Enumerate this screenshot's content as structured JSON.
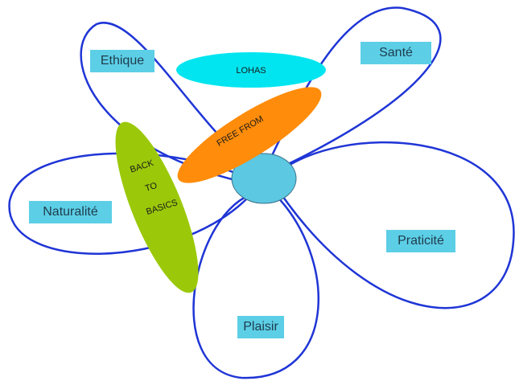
{
  "petals": [
    {
      "label": "Ethique"
    },
    {
      "label": "Santé"
    },
    {
      "label": "Naturalité"
    },
    {
      "label": "Praticité"
    },
    {
      "label": "Plaisir"
    }
  ],
  "overlays": {
    "lohas": "LOHAS",
    "free_from": "FREE FROM",
    "back_to_basics": [
      "BACK",
      "TO",
      "BASICS"
    ]
  },
  "colors": {
    "petal_stroke": "#1f35d6",
    "label_bg": "#5ccfe6",
    "lohas": "#00e5f0",
    "free_from": "#ff8c0a",
    "back_to_basics": "#9bc90a",
    "center": "#5cc8e2"
  }
}
